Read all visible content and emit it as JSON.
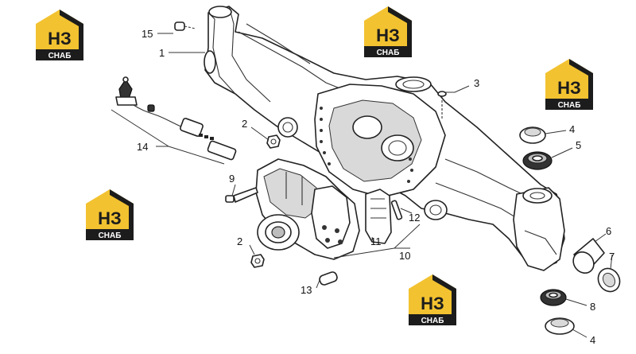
{
  "watermark": {
    "logo_text": "НЗ",
    "caption": "СНАБ",
    "accent": "#f2c230",
    "dark": "#1c1c1c"
  },
  "callouts": {
    "c1": "1",
    "c2a": "2",
    "c2b": "2",
    "c3": "3",
    "c4a": "4",
    "c4b": "4",
    "c5": "5",
    "c6": "6",
    "c7": "7",
    "c8": "8",
    "c9": "9",
    "c10": "10",
    "c11": "11",
    "c12": "12",
    "c13": "13",
    "c14": "14",
    "c15": "15"
  }
}
